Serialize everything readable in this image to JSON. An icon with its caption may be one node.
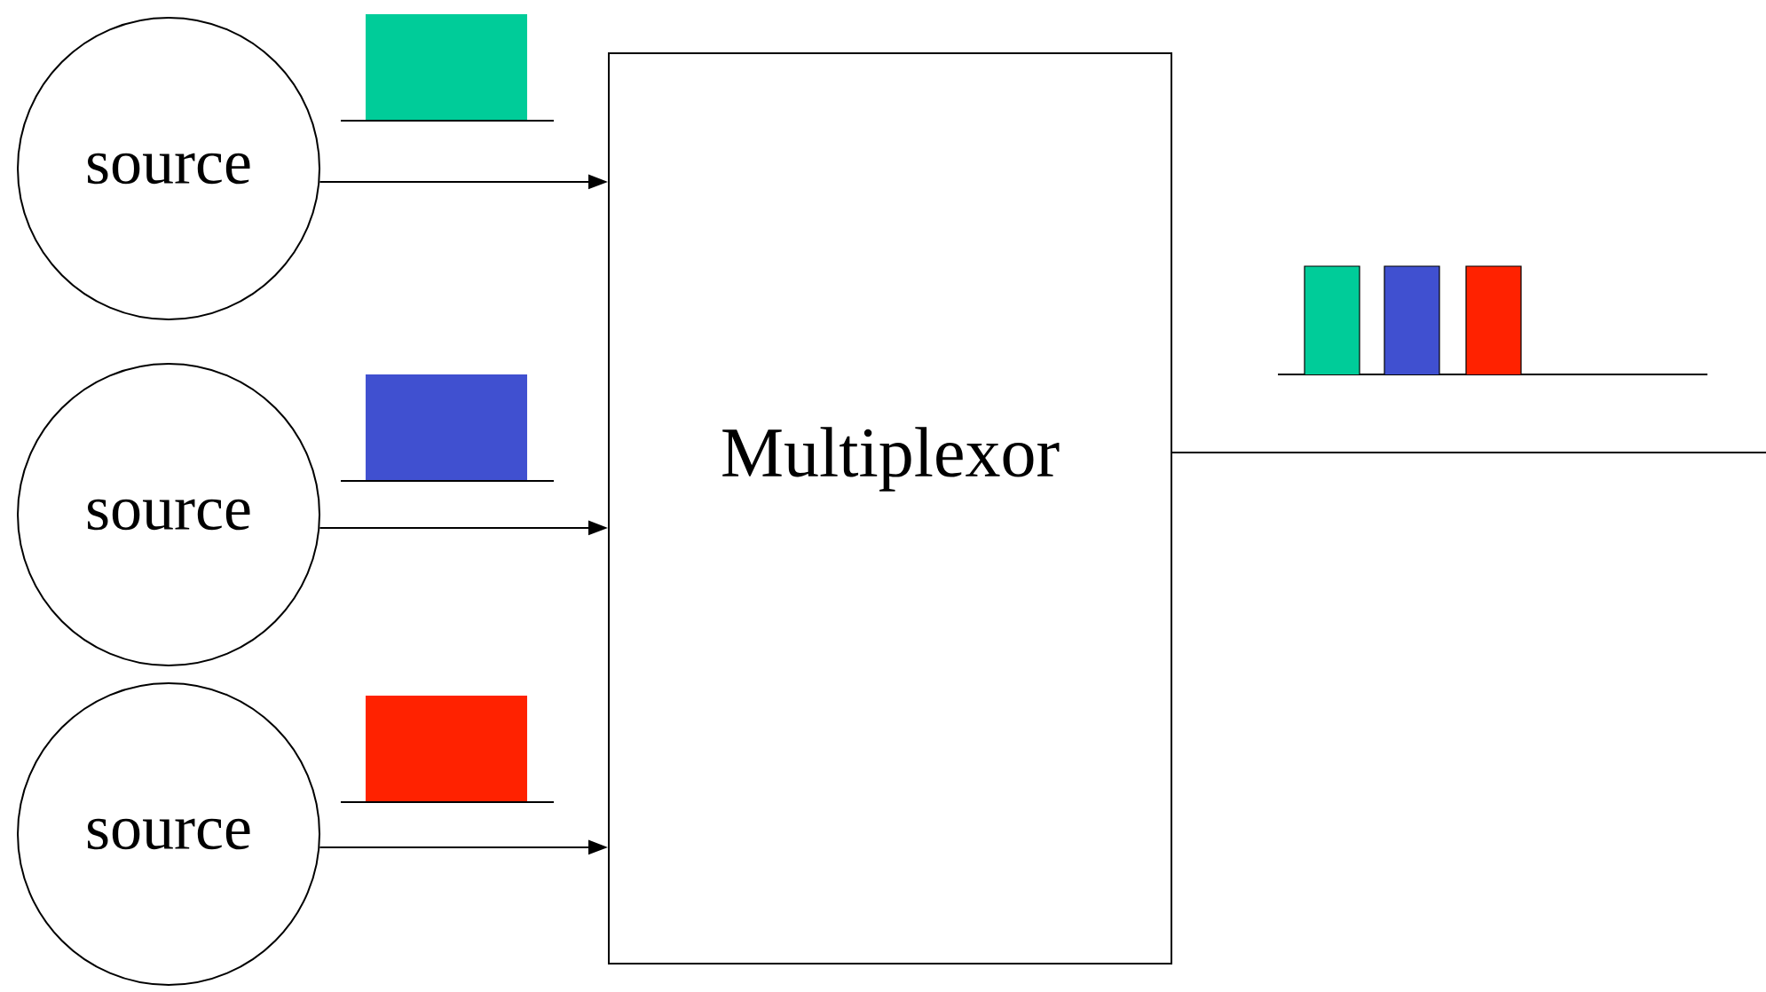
{
  "diagram": {
    "nodes": [
      {
        "text": [
          "source"
        ]
      },
      {
        "text": [
          "source"
        ]
      },
      {
        "text": [
          "source"
        ]
      },
      {
        "text": [
          "Multiplexor"
        ]
      }
    ],
    "edges": [
      {
        "from": 0,
        "to": 3,
        "arrow": "to"
      },
      {
        "from": 1,
        "to": 3,
        "arrow": "to"
      },
      {
        "from": 2,
        "to": 3,
        "arrow": "to"
      },
      {
        "from": 3,
        "to": null,
        "arrow": "none"
      }
    ]
  }
}
